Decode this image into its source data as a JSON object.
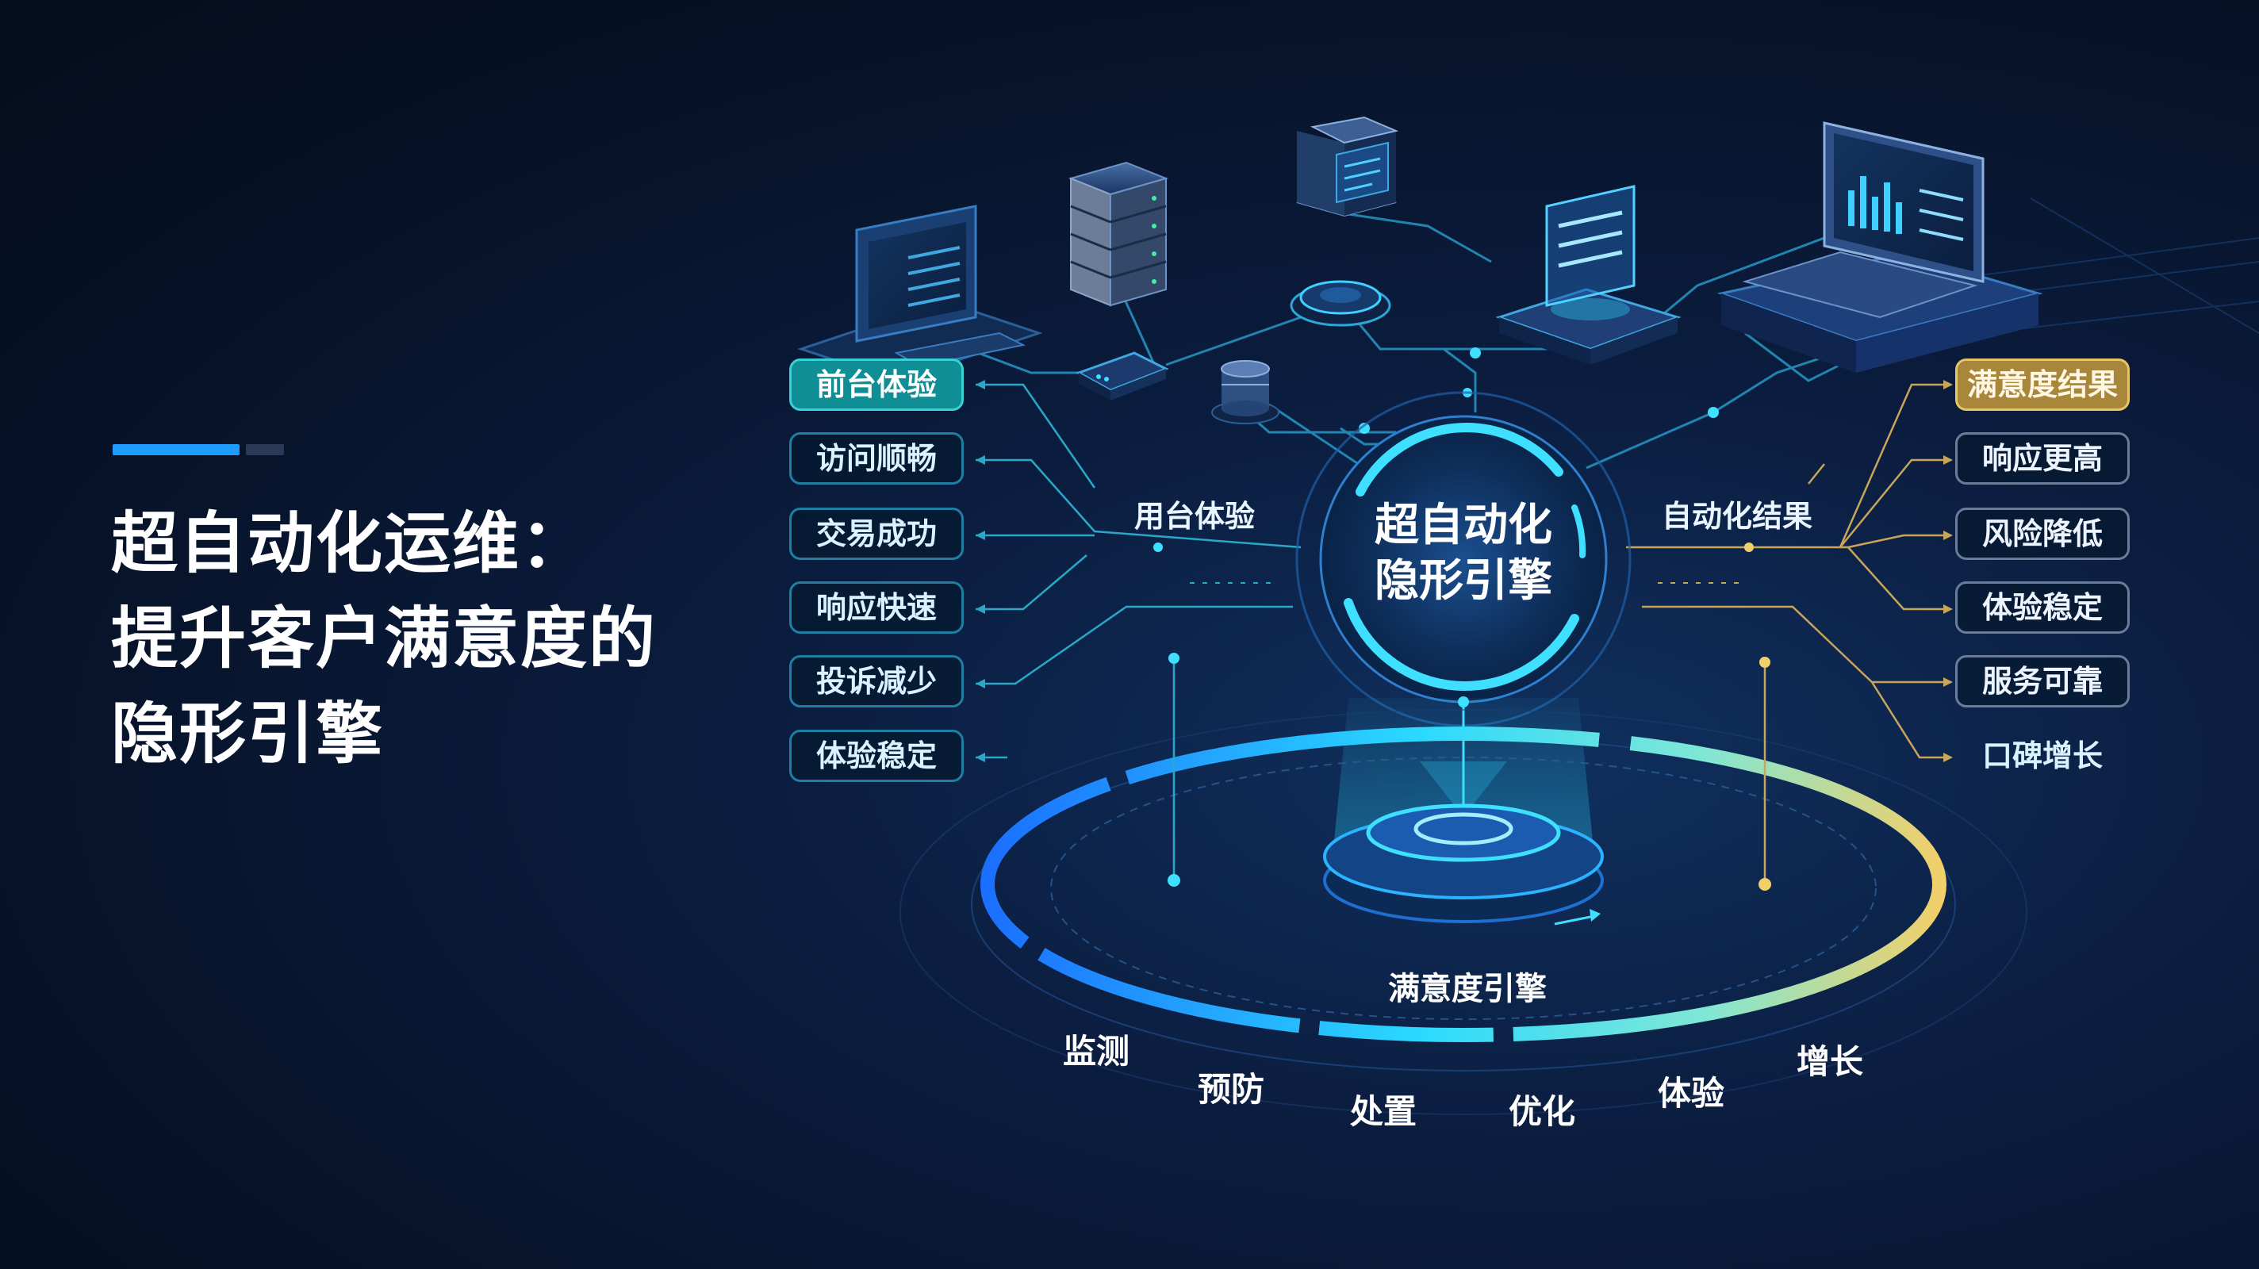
{
  "title": {
    "line1": "超自动化运维：",
    "line2": "提升客户满意度的",
    "line3": "隐形引擎"
  },
  "left_items": [
    "前台体验",
    "访问顺畅",
    "交易成功",
    "响应快速",
    "投诉减少",
    "体验稳定"
  ],
  "right_items": [
    "满意度结果",
    "响应更高",
    "风险降低",
    "体验稳定",
    "服务可靠",
    "口碑增长"
  ],
  "left_connector_label": "用台体验",
  "right_connector_label": "自动化结果",
  "center": {
    "line1": "超自动化",
    "line2": "隐形引擎"
  },
  "base_label": "满意度引擎",
  "stages": [
    "监测",
    "预防",
    "处置",
    "优化",
    "体验",
    "增长"
  ],
  "devices": [
    "desktop-monitor",
    "server-rack",
    "router",
    "storage-drum",
    "hub-disc",
    "small-server",
    "dashboard-panel",
    "laptop-dashboard"
  ],
  "colors": {
    "accent_blue": "#1e9bff",
    "cyan": "#32d6ff",
    "teal_active": "#0f8f95",
    "gold": "#e6c46a",
    "background": "#07142c"
  }
}
